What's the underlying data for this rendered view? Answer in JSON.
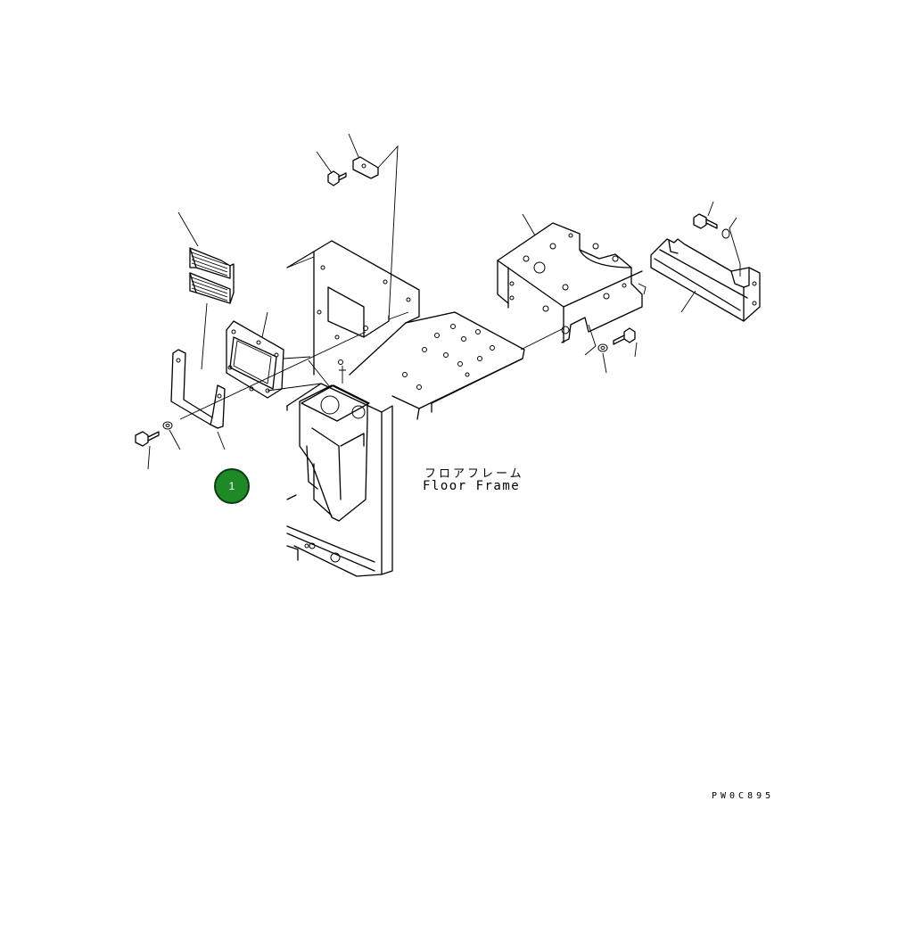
{
  "labels": {
    "japanese": "フロアフレーム",
    "english": "Floor Frame",
    "drawing_code": "PW0C895"
  },
  "callouts": [
    {
      "number": "1",
      "color": "#1e8a25"
    }
  ]
}
